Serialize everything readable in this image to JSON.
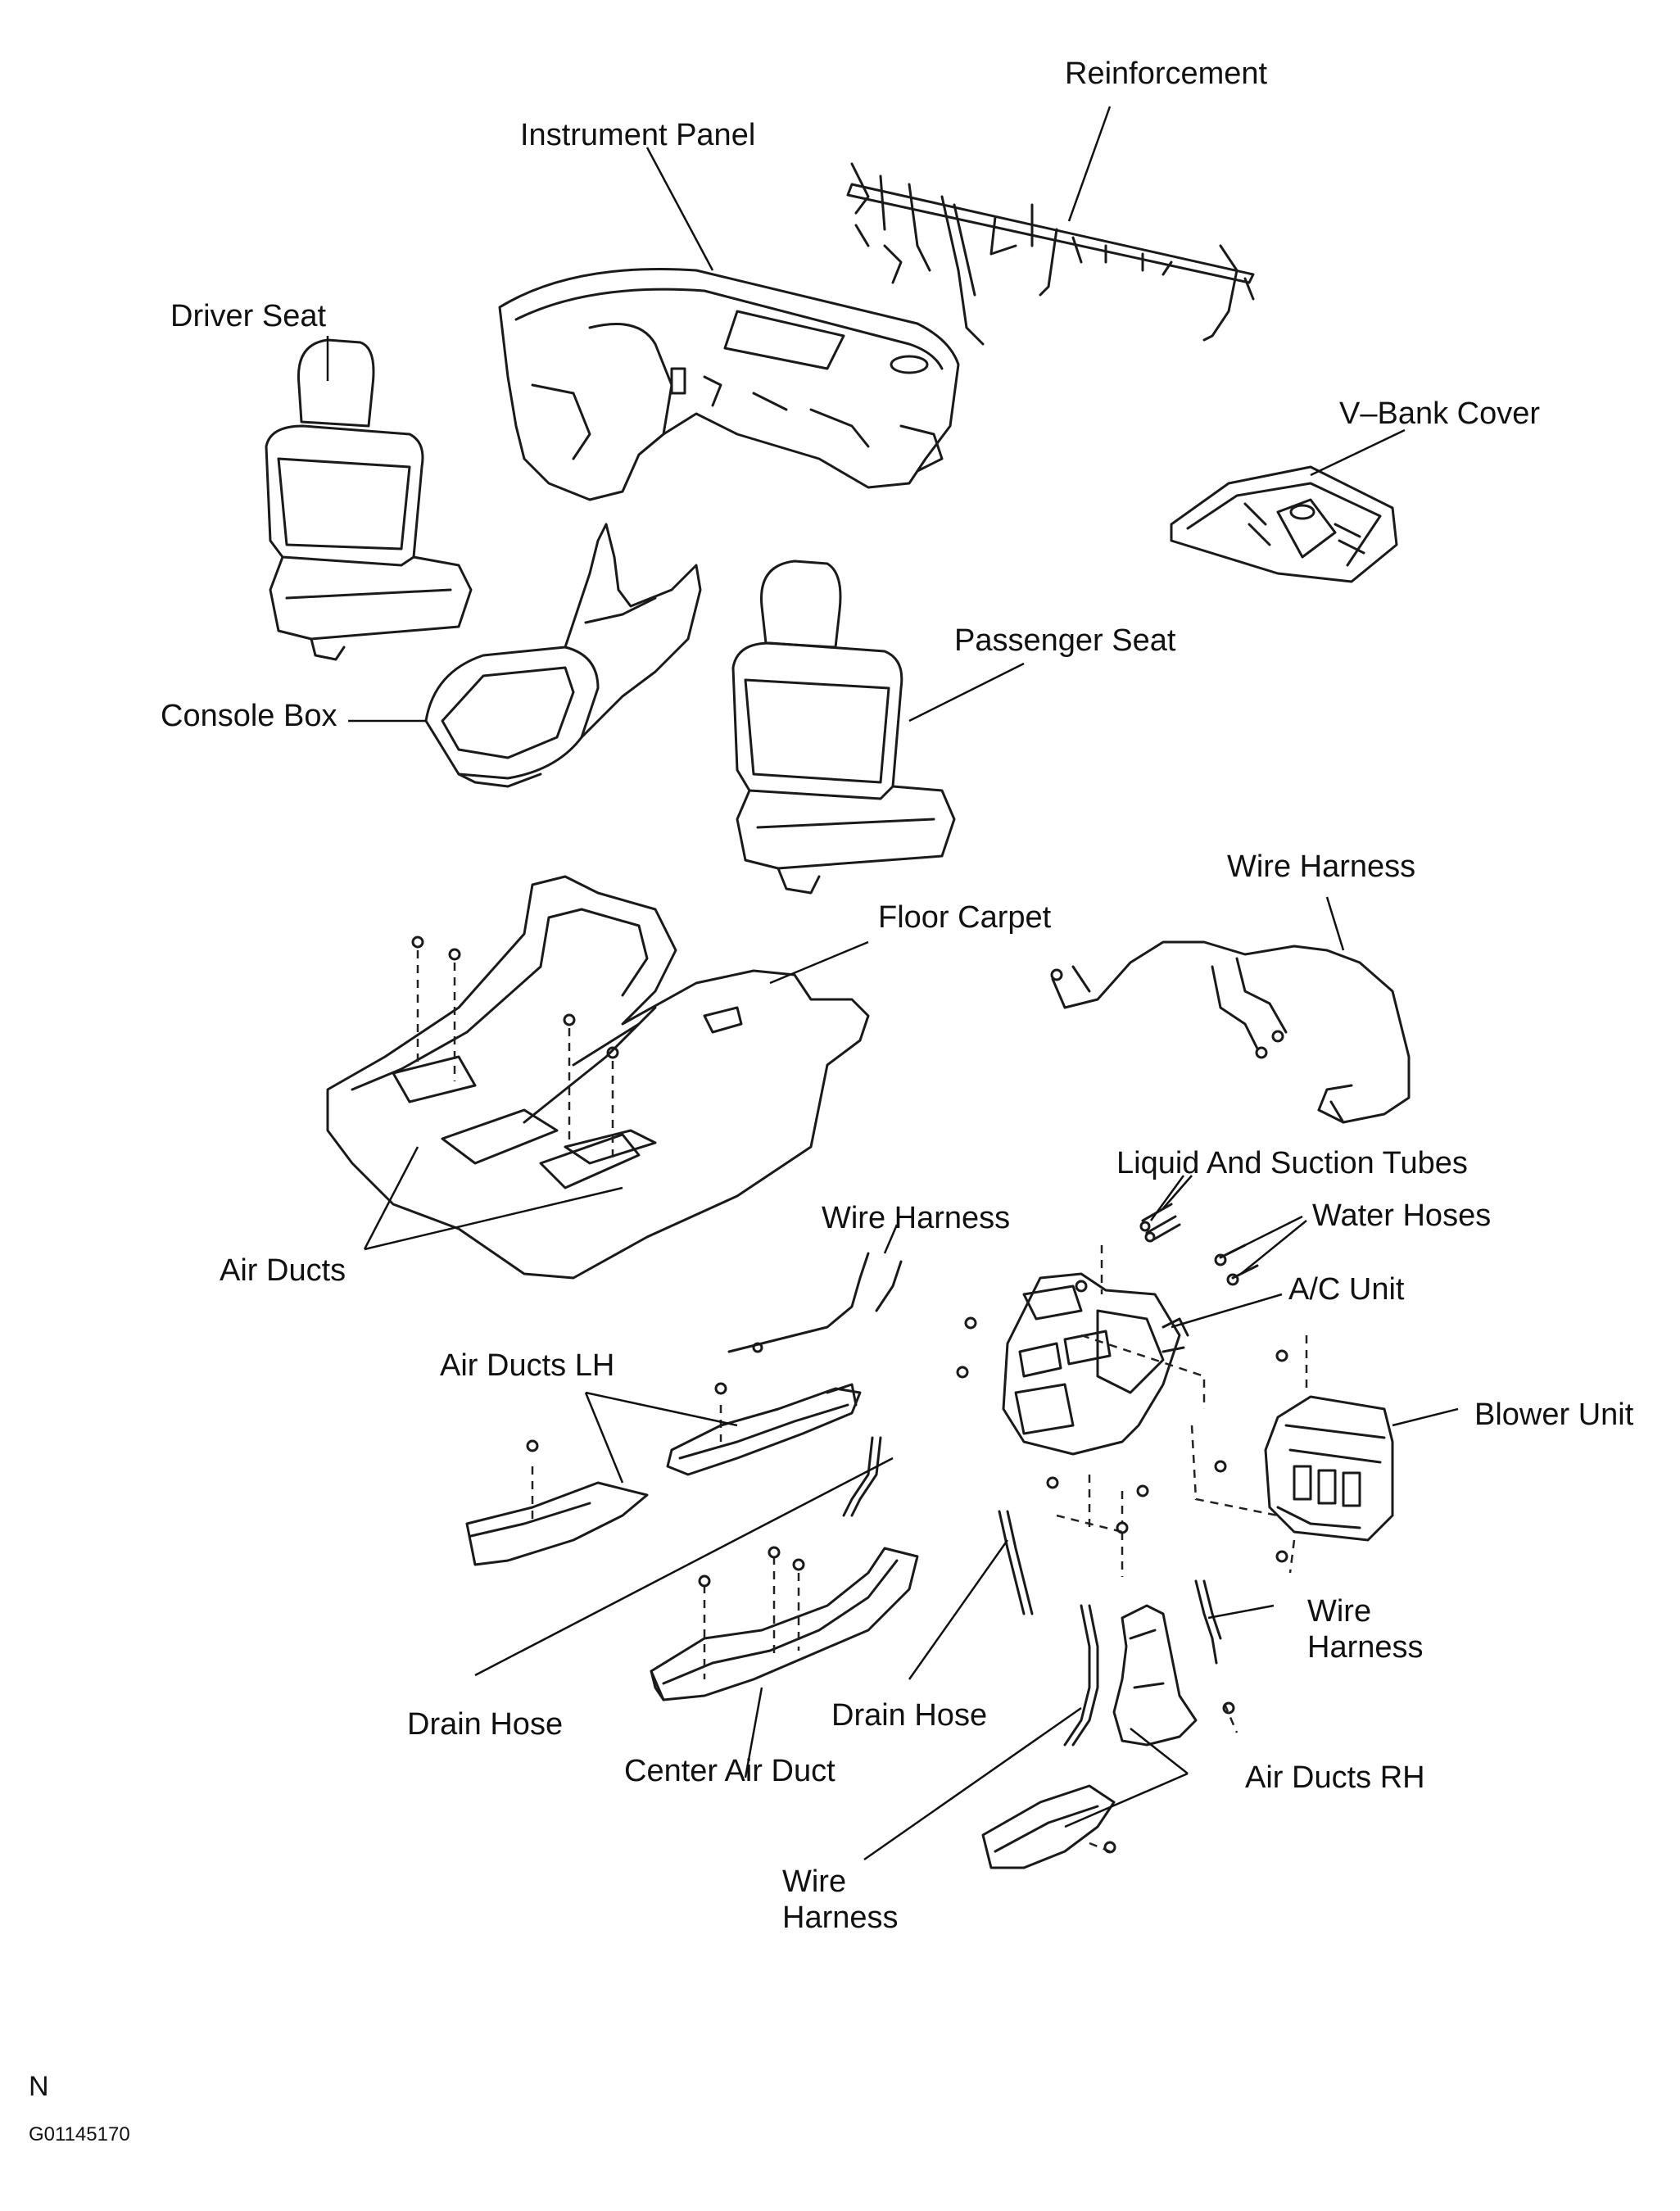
{
  "labels": {
    "reinforcement": "Reinforcement",
    "instrument_panel": "Instrument Panel",
    "driver_seat": "Driver Seat",
    "v_bank_cover": "V–Bank Cover",
    "passenger_seat": "Passenger Seat",
    "console_box": "Console Box",
    "wire_harness_top": "Wire Harness",
    "floor_carpet": "Floor Carpet",
    "liquid_suction_tubes": "Liquid And Suction Tubes",
    "water_hoses": "Water Hoses",
    "wire_harness_mid": "Wire Harness",
    "ac_unit": "A/C Unit",
    "air_ducts": "Air Ducts",
    "air_ducts_lh": "Air Ducts LH",
    "blower_unit": "Blower Unit",
    "wire_harness_right": "Wire\nHarness",
    "drain_hose_left": "Drain Hose",
    "drain_hose_right": "Drain Hose",
    "center_air_duct": "Center Air Duct",
    "air_ducts_rh": "Air Ducts RH",
    "wire_harness_bottom": "Wire\nHarness"
  },
  "footer": {
    "mark": "N",
    "figure_code": "G01145170"
  }
}
